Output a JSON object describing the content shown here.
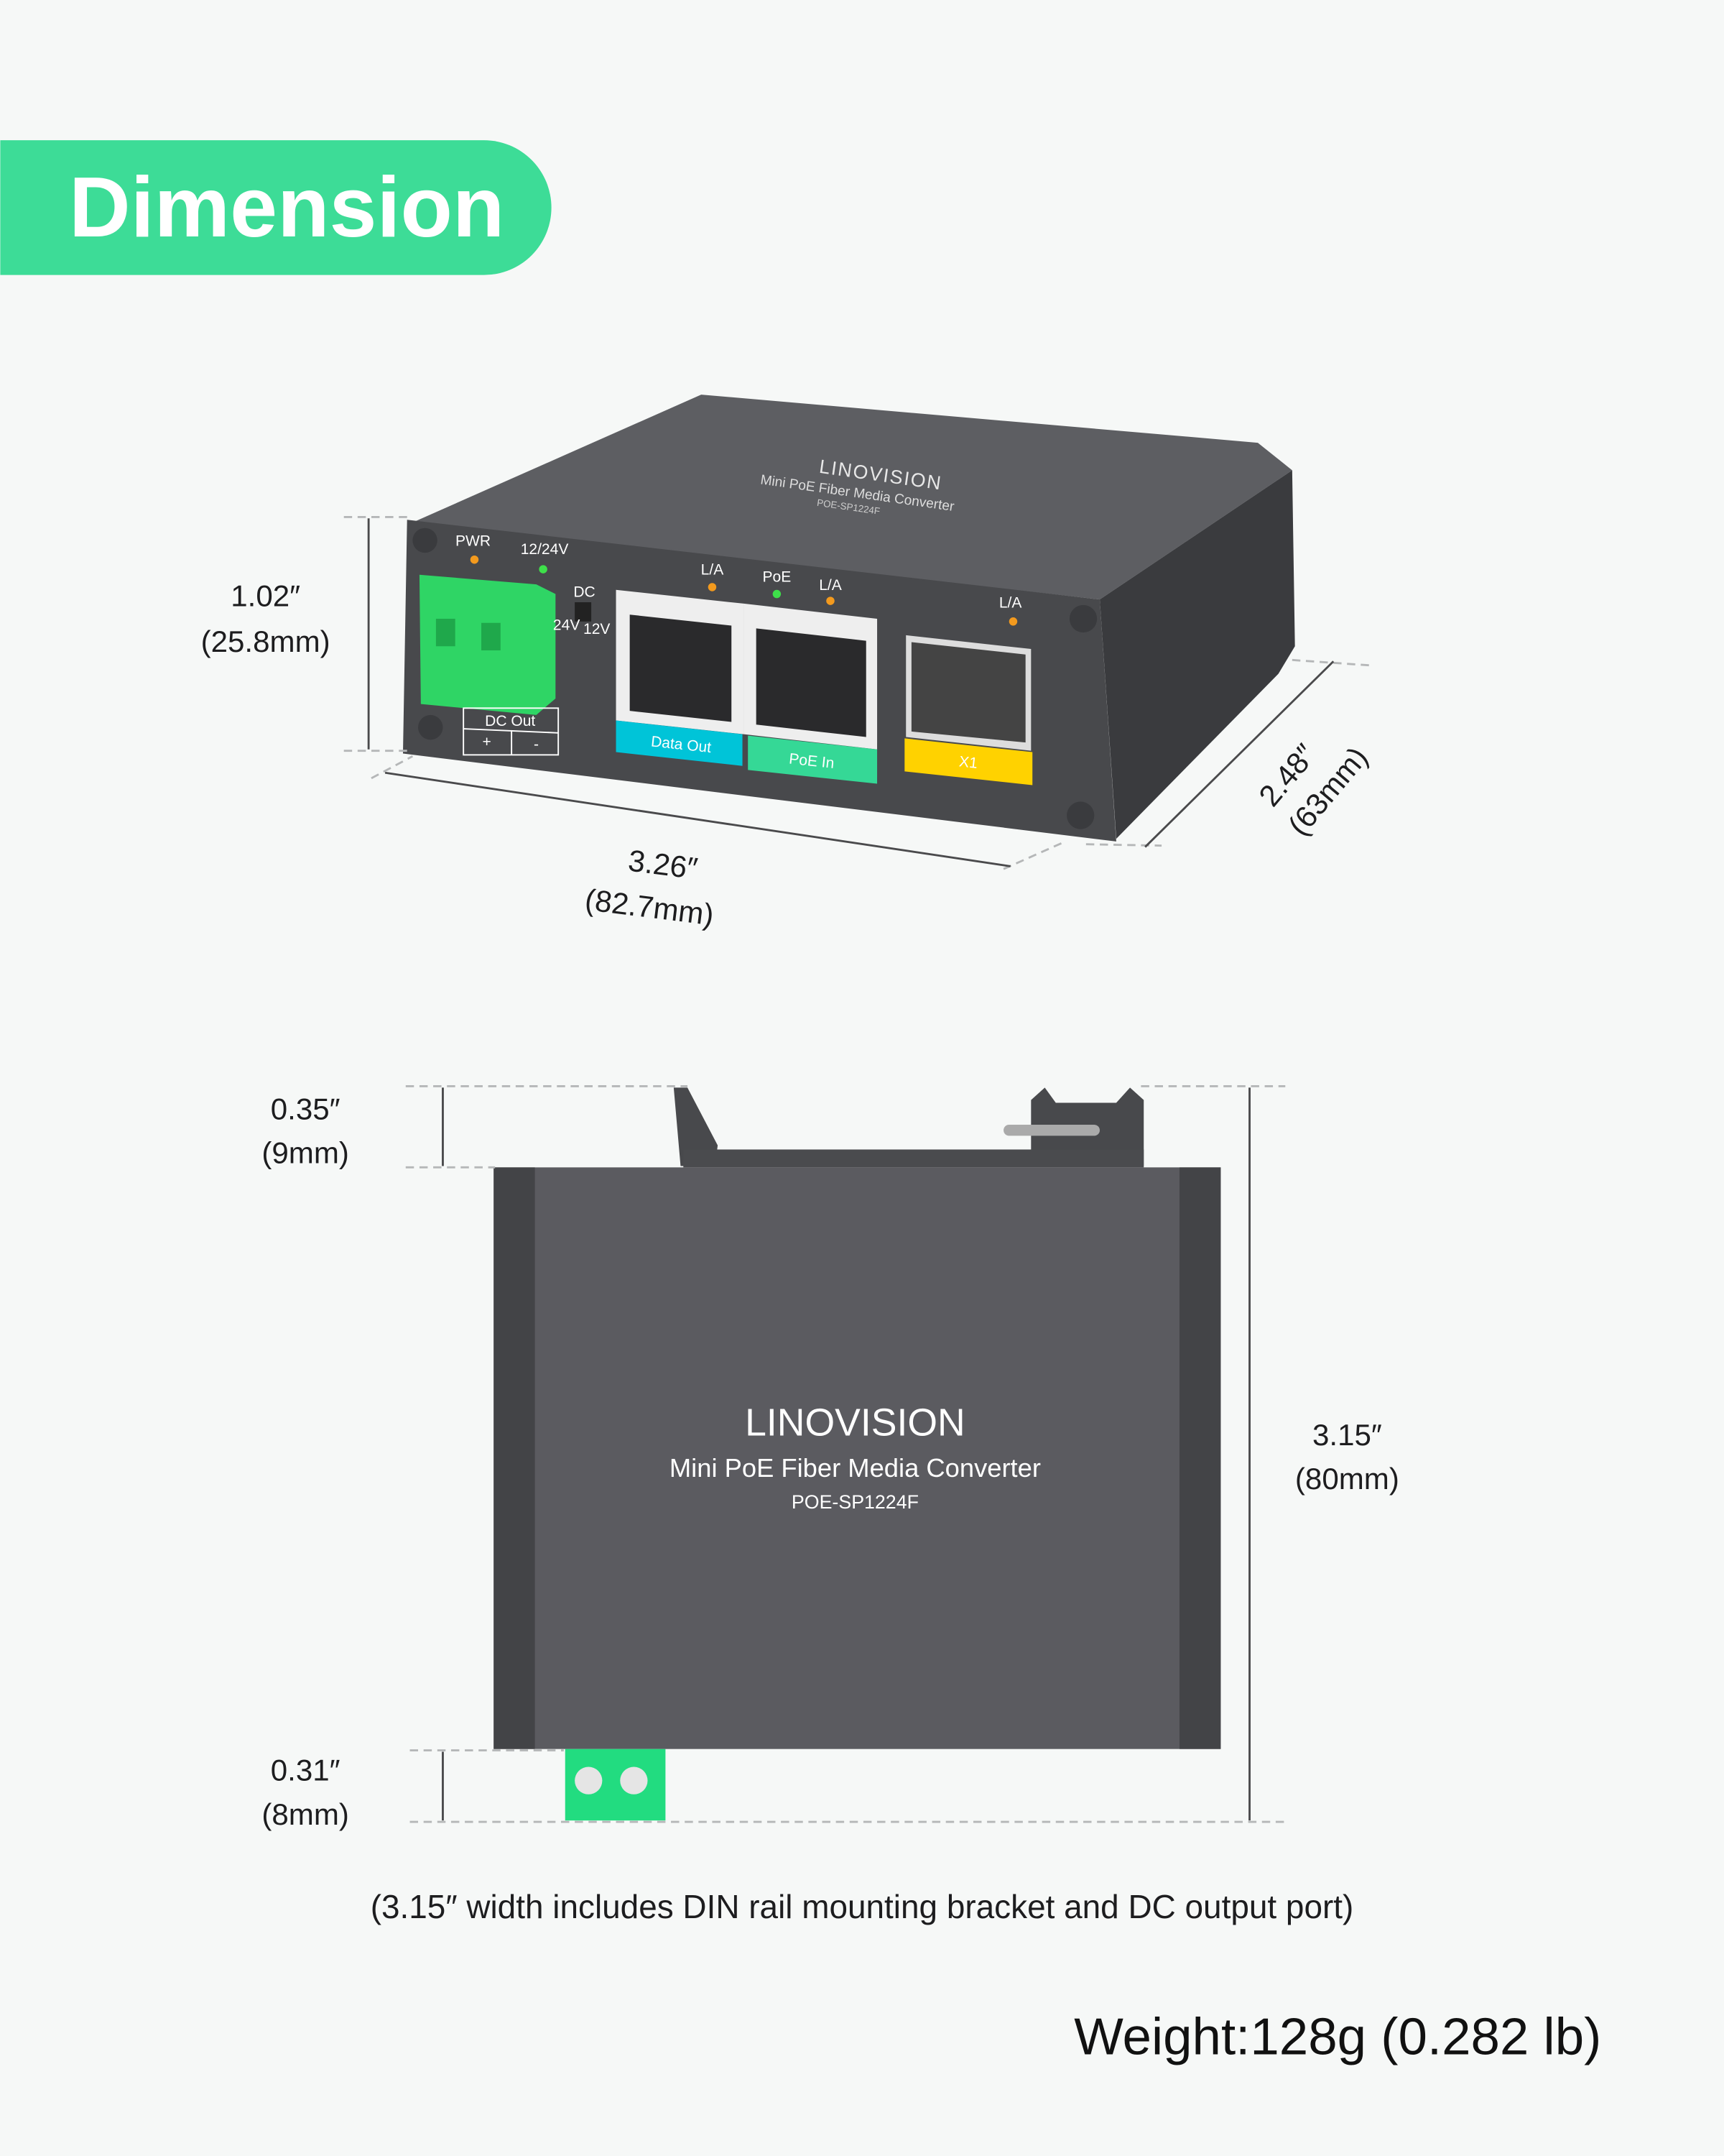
{
  "banner": {
    "title": "Dimension",
    "color": "#3ddc97"
  },
  "iso_view": {
    "brand": "LINOVISION",
    "product": "Mini PoE Fiber Media Converter",
    "model": "POE-SP1224F",
    "leds": {
      "pwr": "PWR",
      "voltage": "12/24V",
      "la1": "L/A",
      "poe": "PoE",
      "la2": "L/A",
      "la3": "L/A"
    },
    "switch": {
      "label": "DC",
      "left": "24V",
      "right": "12V"
    },
    "dc_out": {
      "label": "DC Out",
      "plus": "+",
      "minus": "-"
    },
    "ports": [
      {
        "label": "Data Out",
        "color": "#00c4d8"
      },
      {
        "label": "PoE In",
        "color": "#35d896"
      },
      {
        "label": "X1",
        "color": "#ffd200"
      }
    ],
    "height": {
      "inch": "1.02″",
      "mm": "(25.8mm)"
    },
    "width": {
      "inch": "3.26″",
      "mm": "(82.7mm)"
    },
    "depth": {
      "inch": "2.48″",
      "mm": "(63mm)"
    }
  },
  "top_view": {
    "brand": "LINOVISION",
    "product": "Mini PoE Fiber Media Converter",
    "model": "POE-SP1224F",
    "bracket": {
      "inch": "0.35″",
      "mm": "(9mm)"
    },
    "dc_port": {
      "inch": "0.31″",
      "mm": "(8mm)"
    },
    "total": {
      "inch": "3.15″",
      "mm": "(80mm)"
    }
  },
  "caption": "(3.15″ width includes DIN rail mounting bracket and DC output port)",
  "weight": "Weight:128g (0.282 lb)"
}
